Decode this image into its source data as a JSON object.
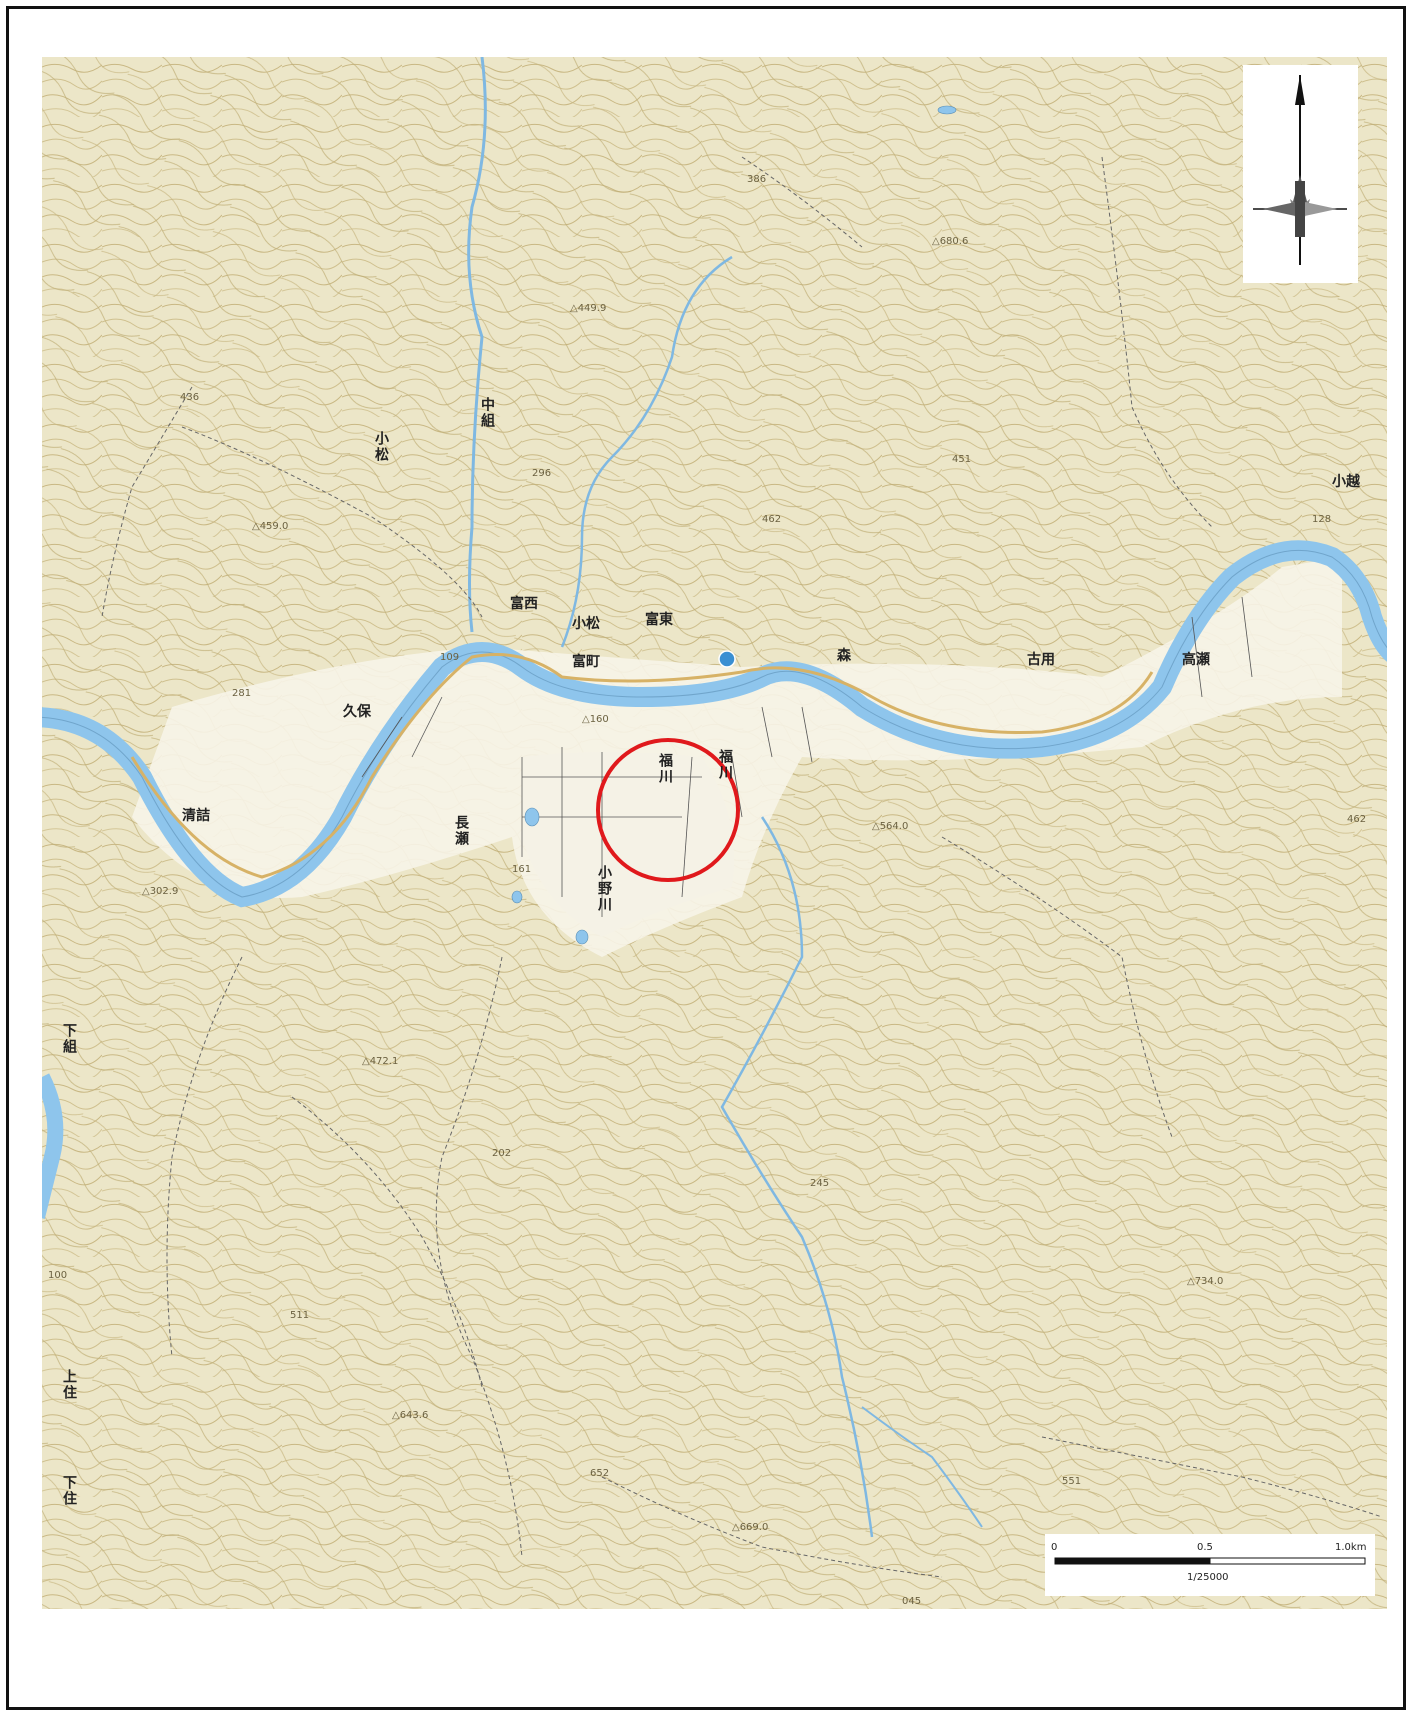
{
  "map": {
    "scale_label": "1/25000",
    "scale_ticks": [
      "0",
      "0.5",
      "1.0km"
    ],
    "north_arrow_icon": "north-arrow-icon",
    "highlight_color": "#e0191c",
    "river_color": "#8ec5ec",
    "terrain_color": "#ece6c8",
    "contour_color": "#c9b884",
    "place_names": [
      {
        "id": "nakagumi",
        "text": "中組",
        "vertical": true
      },
      {
        "id": "komatsu-nw",
        "text": "小松",
        "vertical": true
      },
      {
        "id": "tomisai",
        "text": "富西",
        "vertical": false
      },
      {
        "id": "komatsu",
        "text": "小松",
        "vertical": false
      },
      {
        "id": "tomihigashi",
        "text": "富東",
        "vertical": false
      },
      {
        "id": "tomimachi",
        "text": "富町",
        "vertical": false
      },
      {
        "id": "kubo",
        "text": "久保",
        "vertical": false
      },
      {
        "id": "kiyotsume",
        "text": "清詰",
        "vertical": false
      },
      {
        "id": "nagase",
        "text": "長瀬",
        "vertical": true
      },
      {
        "id": "onogawa",
        "text": "小野川",
        "vertical": true
      },
      {
        "id": "fukugawa",
        "text": "福川",
        "vertical": true
      },
      {
        "id": "fukugawa2",
        "text": "福川",
        "vertical": true
      },
      {
        "id": "mori",
        "text": "森",
        "vertical": false
      },
      {
        "id": "furuyo",
        "text": "古用",
        "vertical": false
      },
      {
        "id": "takase",
        "text": "高瀬",
        "vertical": false
      },
      {
        "id": "kogoe",
        "text": "小越",
        "vertical": false
      },
      {
        "id": "shimogumi",
        "text": "下組",
        "vertical": true
      },
      {
        "id": "kamizumi",
        "text": "上住",
        "vertical": true
      },
      {
        "id": "shimozumi",
        "text": "下住",
        "vertical": true
      }
    ],
    "elevations": [
      {
        "id": "e1",
        "text": "△449.9"
      },
      {
        "id": "e2",
        "text": "△680.6"
      },
      {
        "id": "e3",
        "text": "△459.0"
      },
      {
        "id": "e4",
        "text": "△302.9"
      },
      {
        "id": "e5",
        "text": "△472.1"
      },
      {
        "id": "e6",
        "text": "△564.0"
      },
      {
        "id": "e7",
        "text": "△643.6"
      },
      {
        "id": "e8",
        "text": "△734.0"
      },
      {
        "id": "e9",
        "text": "△669.0"
      },
      {
        "id": "e10",
        "text": "△160"
      },
      {
        "id": "e11",
        "text": "296"
      },
      {
        "id": "e12",
        "text": "462"
      },
      {
        "id": "e13",
        "text": "451"
      },
      {
        "id": "e14",
        "text": "386"
      },
      {
        "id": "e15",
        "text": "436"
      },
      {
        "id": "e16",
        "text": "281"
      },
      {
        "id": "e17",
        "text": "109"
      },
      {
        "id": "e18",
        "text": "161"
      },
      {
        "id": "e19",
        "text": "245"
      },
      {
        "id": "e20",
        "text": "202"
      },
      {
        "id": "e21",
        "text": "511"
      },
      {
        "id": "e22",
        "text": "652"
      },
      {
        "id": "e23",
        "text": "551"
      },
      {
        "id": "e24",
        "text": "100"
      },
      {
        "id": "e25",
        "text": "462"
      },
      {
        "id": "e26",
        "text": "128"
      },
      {
        "id": "e27",
        "text": "045"
      }
    ]
  }
}
